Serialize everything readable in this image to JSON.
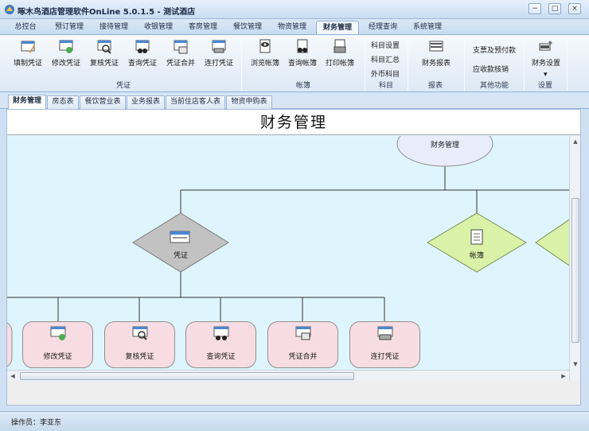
{
  "window": {
    "title": "啄木鸟酒店管理软件OnLine 5.0.1.5 - 测试酒店",
    "minimize": "−",
    "restore": "□",
    "close": "×"
  },
  "menu_tabs": [
    "总控台",
    "预订管理",
    "接待管理",
    "收银管理",
    "客房管理",
    "餐饮管理",
    "物资管理",
    "财务管理",
    "经理查询",
    "系统管理"
  ],
  "active_menu_tab": "财务管理",
  "ribbon": {
    "voucher_buttons": [
      {
        "label": "填制凭证",
        "icon": "fill-voucher-icon"
      },
      {
        "label": "修改凭证",
        "icon": "edit-voucher-icon"
      },
      {
        "label": "复核凭证",
        "icon": "review-voucher-icon"
      },
      {
        "label": "查询凭证",
        "icon": "query-voucher-icon"
      },
      {
        "label": "凭证合并",
        "icon": "merge-voucher-icon"
      },
      {
        "label": "连打凭证",
        "icon": "print-voucher-icon"
      }
    ],
    "voucher_group_label": "凭证",
    "ledger_buttons": [
      {
        "label": "浏览帐簿",
        "icon": "browse-ledger-icon"
      },
      {
        "label": "查询帐簿",
        "icon": "query-ledger-icon"
      },
      {
        "label": "打印帐簿",
        "icon": "print-ledger-icon"
      }
    ],
    "ledger_group_label": "帐簿",
    "subject_links": [
      "科目设置",
      "科目汇总",
      "外币科目"
    ],
    "subject_group_label": "科目",
    "report_button": "财务报表",
    "report_group_label": "报表",
    "other_links": [
      "支票及预付款",
      "应收款核销"
    ],
    "other_group_label": "其他功能",
    "settings_button": "财务设置",
    "settings_arrow": "▾",
    "settings_group_label": "设置"
  },
  "doc_tabs": [
    "财务管理",
    "房态表",
    "餐饮营业表",
    "业务报表",
    "当前住店客人表",
    "物资申购表"
  ],
  "active_doc_tab": "财务管理",
  "page": {
    "title": "财务管理"
  },
  "diagram": {
    "root": "财务管理",
    "voucher_node": "凭证",
    "ledger_node": "帐簿",
    "voucher_children": [
      "修改凭证",
      "复核凭证",
      "查询凭证",
      "凭证合并",
      "连打凭证"
    ]
  },
  "scroll_arrows": {
    "up": "▲",
    "down": "▼",
    "left": "◀",
    "right": "▶"
  },
  "status": {
    "operator": "操作员：李亚东"
  },
  "colors": {
    "canvas": "#dff5fd",
    "voucher_node": "#c2c2c2",
    "ledger_node": "#d9f2a8",
    "child_node": "#f7dde3",
    "root_node": "#e8ecfb"
  }
}
